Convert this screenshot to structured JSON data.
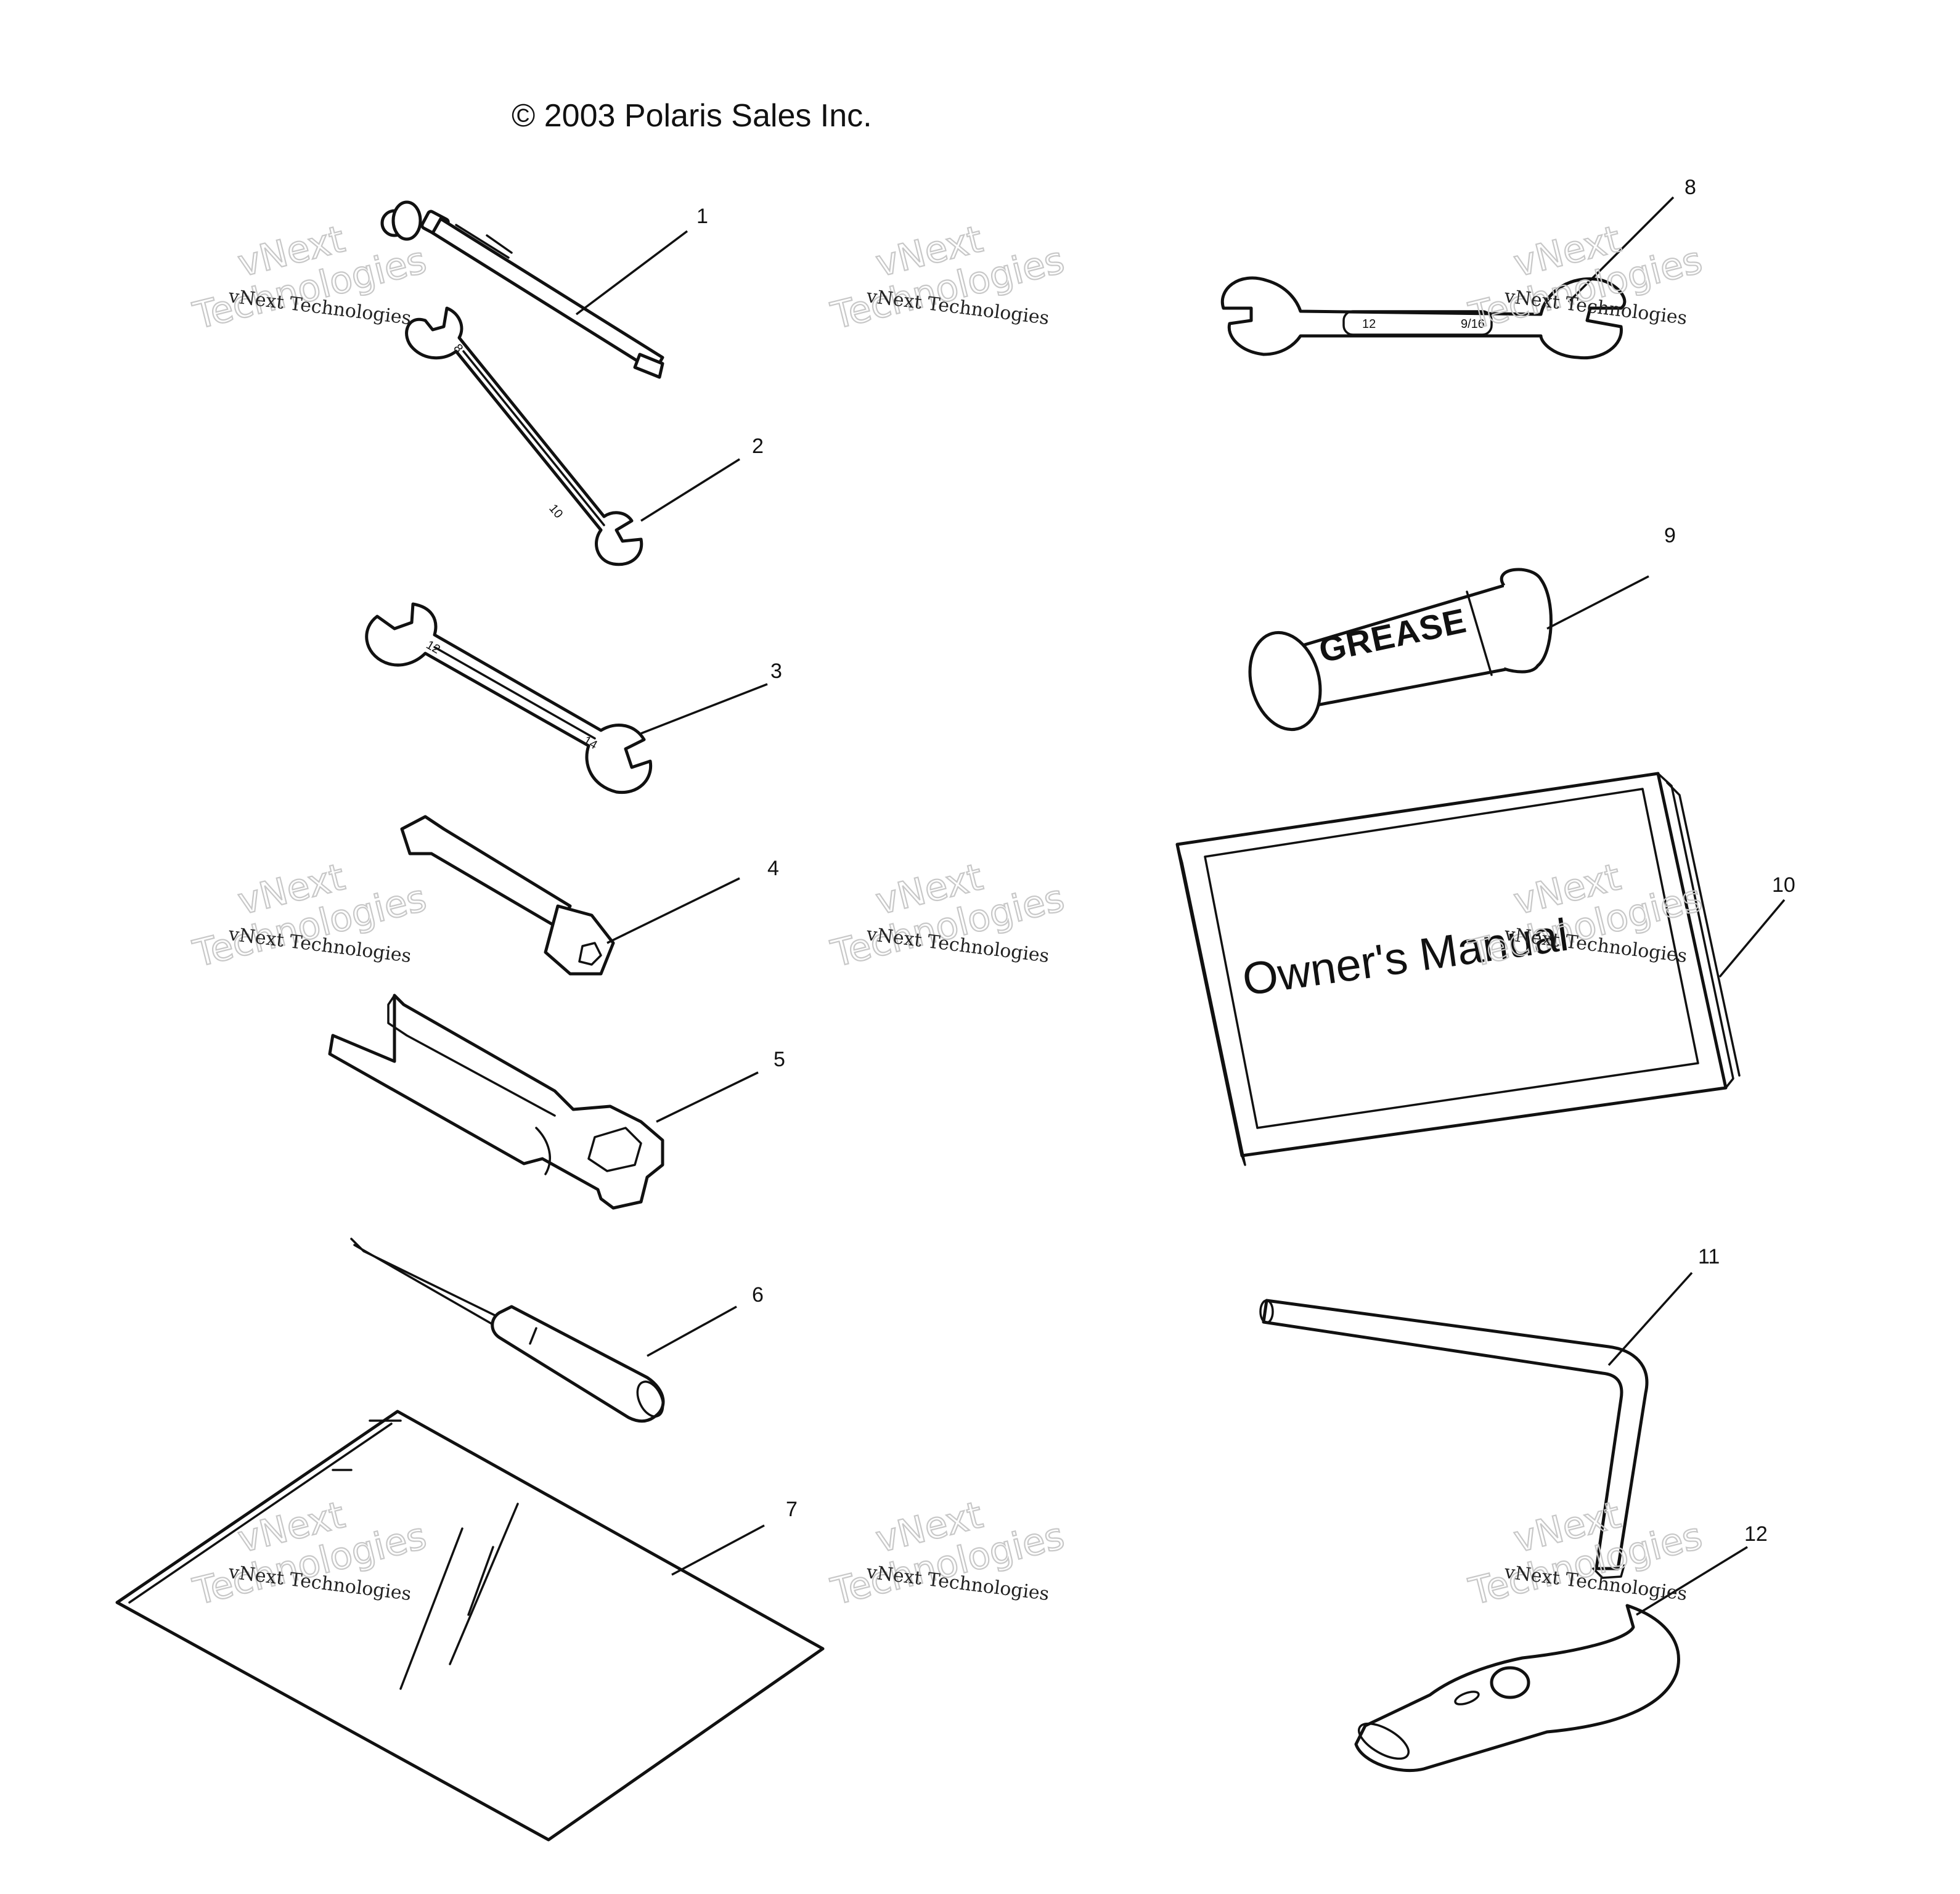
{
  "copyright": "© 2003 Polaris Sales Inc.",
  "watermark": {
    "small": "vNext Technologies",
    "big_top": "vNext",
    "big_bottom": "Technologies"
  },
  "labels": {
    "grease": "GREASE",
    "manual": "Owner's Manual",
    "wrench8_small": "12",
    "wrench8_large": "9/16"
  },
  "callouts": [
    "1",
    "2",
    "3",
    "4",
    "5",
    "6",
    "7",
    "8",
    "9",
    "10",
    "11",
    "12"
  ]
}
